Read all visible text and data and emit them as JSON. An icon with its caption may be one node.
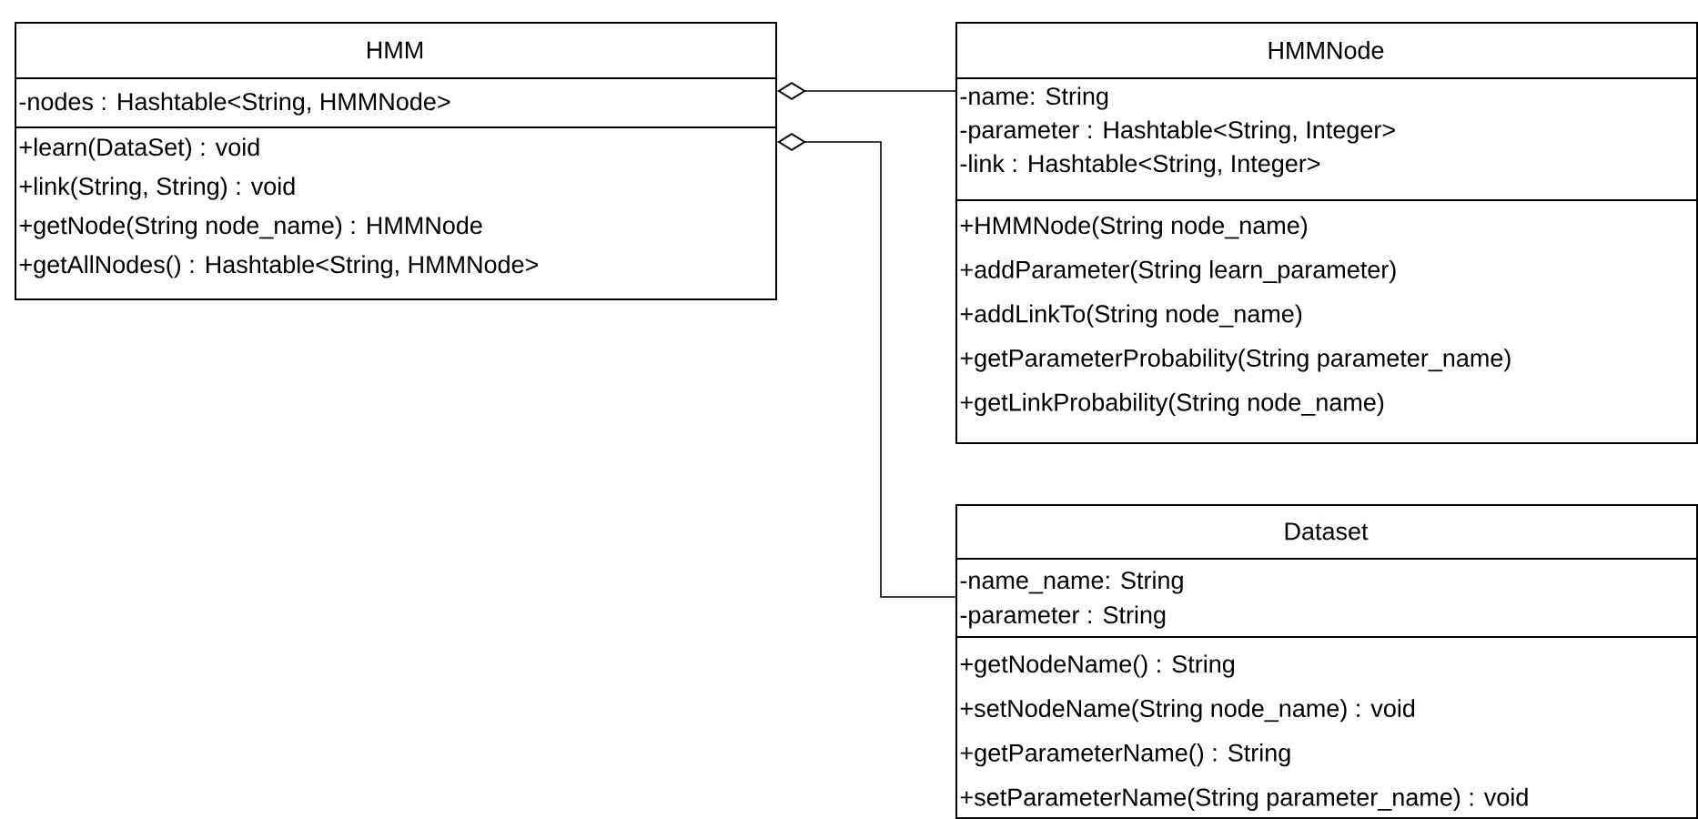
{
  "diagram": {
    "nodes": [
      {
        "text": [
          "HMM",
          "-nodes : Hashtable<String, HMMNode>",
          "+learn(DataSet) : void",
          "+link(String, String) : void",
          "+getNode(String node_name) : HMMNode",
          "+getAllNodes() : Hashtable<String, HMMNode>"
        ]
      },
      {
        "text": [
          "HMMNode",
          "-name: String",
          "-parameter : Hashtable<String, Integer>",
          "-link : Hashtable<String, Integer>",
          "+HMMNode(String node_name)",
          "+addParameter(String learn_parameter)",
          "+addLinkTo(String node_name)",
          "+getParameterProbability(String parameter_name)",
          "+getLinkProbability(String node_name)"
        ]
      },
      {
        "text": [
          "Dataset",
          "-name_name: String",
          "-parameter : String",
          "+getNodeName() : String",
          "+setNodeName(String node_name) : void",
          "+getParameterName() : String",
          "+setParameterName(String parameter_name) : void"
        ]
      }
    ],
    "edges": [
      {
        "from": 0,
        "to": 1,
        "arrow": "other"
      },
      {
        "from": 0,
        "to": 2,
        "arrow": "other"
      }
    ]
  }
}
